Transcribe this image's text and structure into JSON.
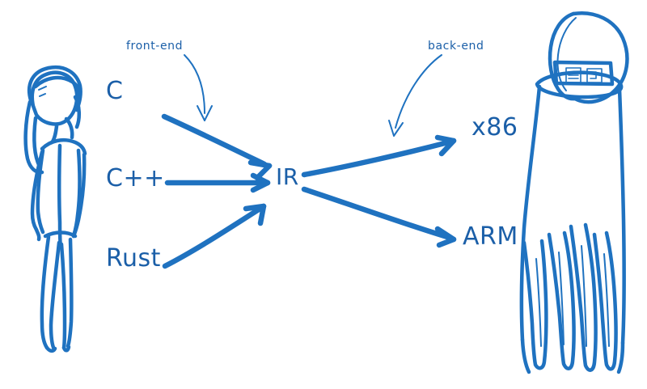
{
  "diagram": {
    "title": "compiler-pipeline-sketch",
    "style": "hand-drawn",
    "background_color": "#ffffff",
    "stroke_color": "#1f72c0",
    "text_color": "#1b5fa8"
  },
  "annotations": [
    {
      "id": "front-end",
      "label": "front-end"
    },
    {
      "id": "back-end",
      "label": "back-end"
    }
  ],
  "sources": [
    {
      "id": "c",
      "label": "C"
    },
    {
      "id": "cpp",
      "label": "C++"
    },
    {
      "id": "rust",
      "label": "Rust"
    }
  ],
  "ir": {
    "id": "ir",
    "label": "IR"
  },
  "targets": [
    {
      "id": "x86",
      "label": "x86"
    },
    {
      "id": "arm",
      "label": "ARM"
    }
  ],
  "figures": [
    {
      "id": "person",
      "name": "stick-figure-person"
    },
    {
      "id": "machine",
      "name": "machine-hand"
    }
  ],
  "edges": [
    {
      "from": "c",
      "to": "ir"
    },
    {
      "from": "cpp",
      "to": "ir"
    },
    {
      "from": "rust",
      "to": "ir"
    },
    {
      "from": "ir",
      "to": "x86"
    },
    {
      "from": "ir",
      "to": "arm"
    }
  ]
}
